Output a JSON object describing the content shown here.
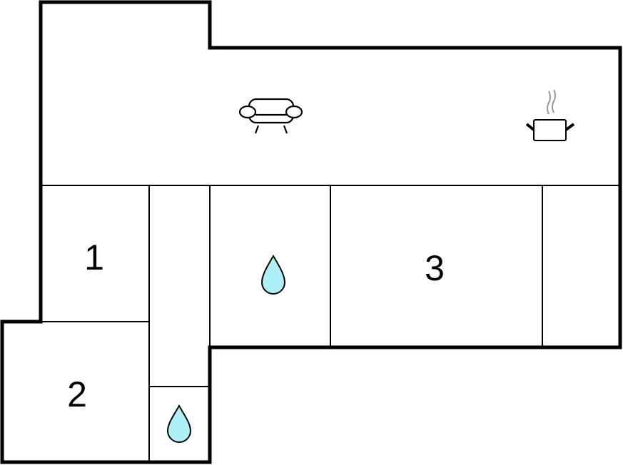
{
  "rooms": [
    {
      "label": "1"
    },
    {
      "label": "2"
    },
    {
      "label": "3"
    }
  ],
  "icons": [
    "sofa-icon",
    "cooking-pot-icon",
    "water-drop-icon",
    "water-drop-icon"
  ],
  "colors": {
    "wall": "#000000",
    "water": "#aef0f7",
    "steam": "#999999"
  }
}
